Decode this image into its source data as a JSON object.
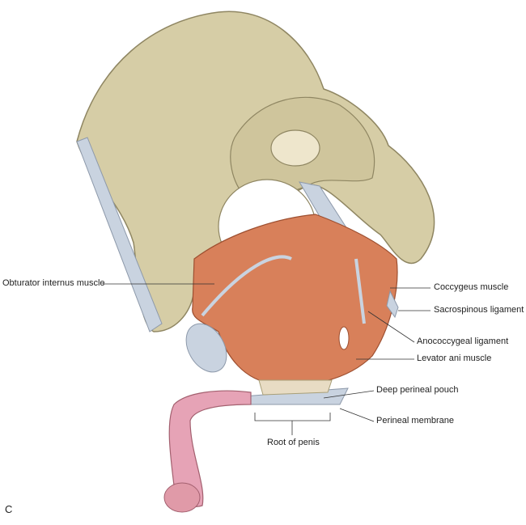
{
  "figure_letter": "C",
  "labels": {
    "obturator_internus": "Obturator internus muscle",
    "coccygeus": "Coccygeus muscle",
    "sacrospinous": "Sacrospinous ligament",
    "anococcygeal": "Anococcygeal ligament",
    "levator_ani": "Levator ani muscle",
    "deep_perineal_pouch": "Deep perineal pouch",
    "perineal_membrane": "Perineal membrane",
    "root_of_penis": "Root of penis"
  },
  "colors": {
    "bone": "#d6cda6",
    "bone_shadow": "#a89f78",
    "muscle": "#d8805a",
    "ligament": "#c9d3e0",
    "penis": "#e6a3b6"
  }
}
